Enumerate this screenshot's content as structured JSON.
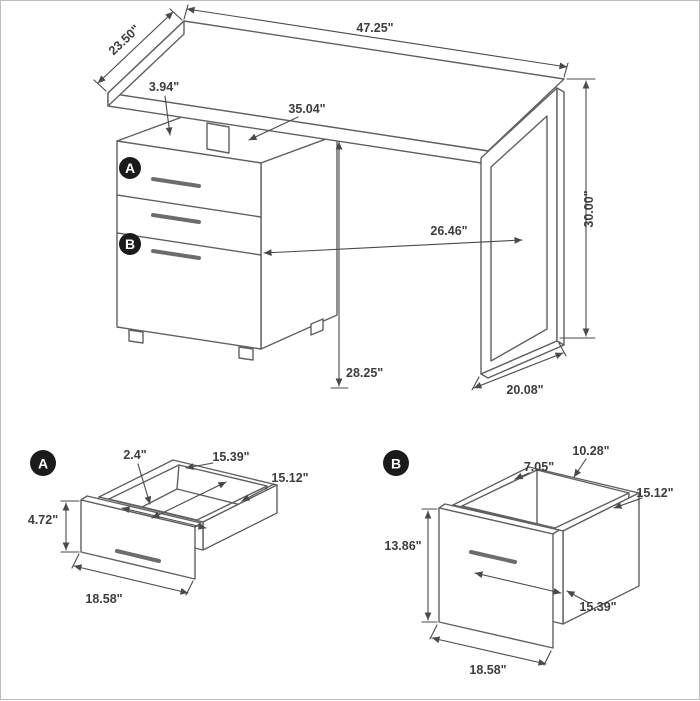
{
  "desk": {
    "callout_a": "A",
    "callout_b": "B",
    "dims": {
      "width": "47.25\"",
      "depth": "23.50\"",
      "top_gap": "3.94\"",
      "under_top_width": "35.04\"",
      "height": "30.00\"",
      "knee_space": "26.46\"",
      "floor_to_top_underside": "28.25\"",
      "leg_base_depth": "20.08\""
    }
  },
  "drawer_a": {
    "callout": "A",
    "dims": {
      "top_edge": "2.4\"",
      "interior_width": "15.39\"",
      "interior_depth": "15.12\"",
      "front_height": "4.72\"",
      "overall_width": "18.58\""
    }
  },
  "drawer_b": {
    "callout": "B",
    "dims": {
      "side_top_depth": "7.05\"",
      "back_top_width": "10.28\"",
      "interior_depth": "15.12\"",
      "front_height": "13.86\"",
      "interior_width": "15.39\"",
      "overall_width": "18.58\""
    }
  }
}
